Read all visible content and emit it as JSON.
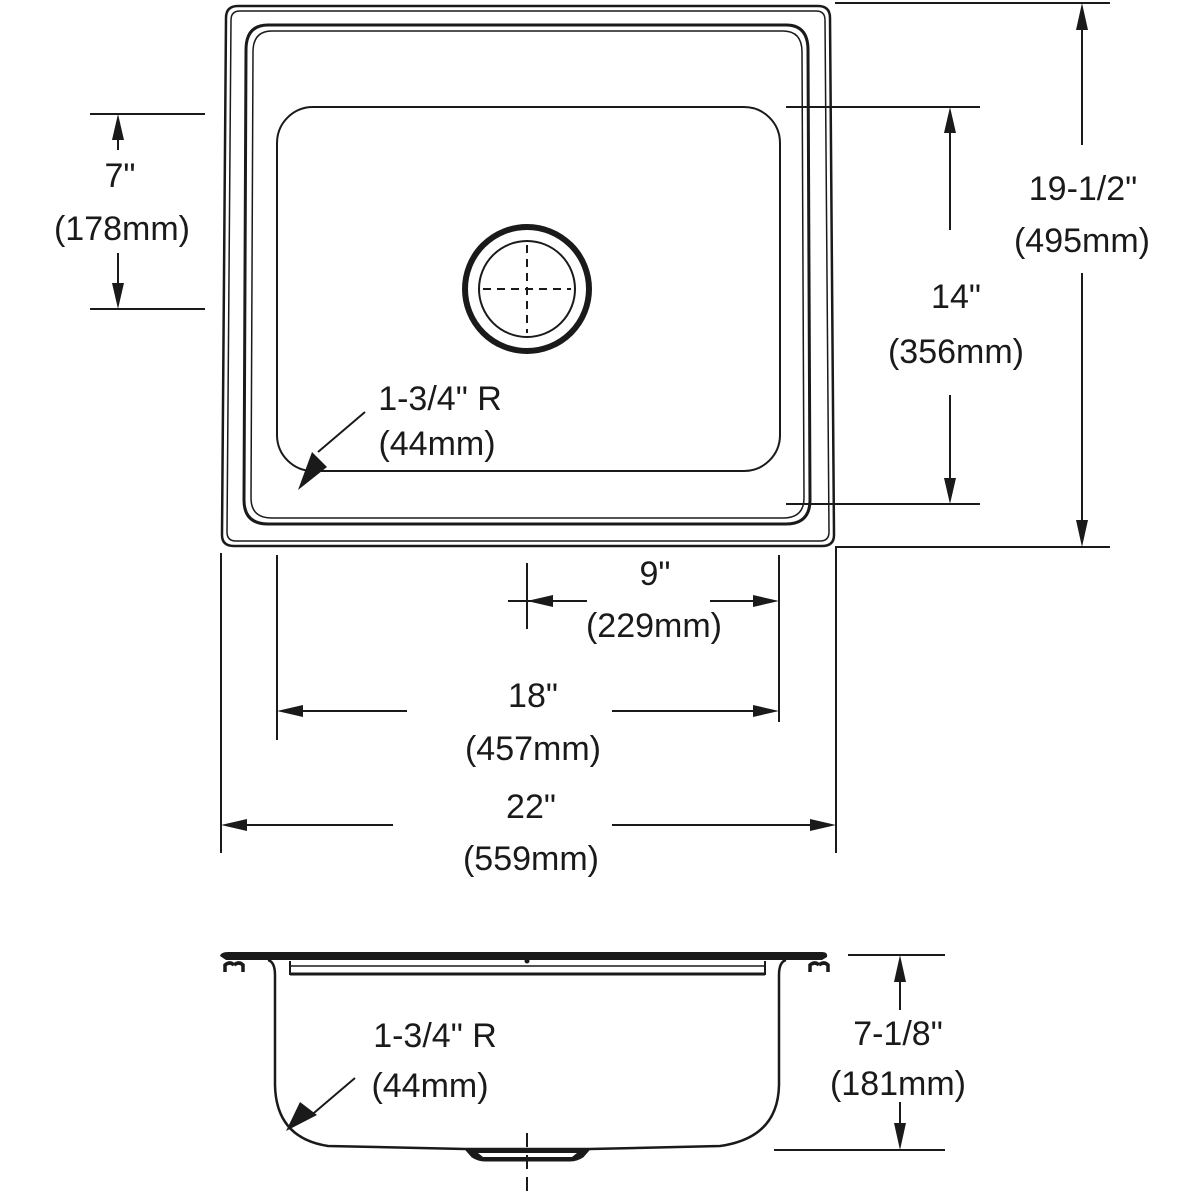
{
  "drawing": {
    "title": "Single bowl drop-in sink dimension drawing",
    "views": [
      "top-view",
      "side-view"
    ],
    "line_color": "#1a1a1a",
    "background": "#ffffff"
  },
  "dimensions": {
    "overall_depth": {
      "imperial": "19-1/2\"",
      "metric": "(495mm)"
    },
    "bowl_length": {
      "imperial": "14\"",
      "metric": "(356mm)"
    },
    "bowl_front_offset": {
      "imperial": "7\"",
      "metric": "(178mm)"
    },
    "drain_offset": {
      "imperial": "9\"",
      "metric": "(229mm)"
    },
    "bowl_width": {
      "imperial": "18\"",
      "metric": "(457mm)"
    },
    "overall_width": {
      "imperial": "22\"",
      "metric": "(559mm)"
    },
    "top_corner_radius": {
      "imperial": "1-3/4\" R",
      "metric": "(44mm)"
    },
    "side_corner_radius": {
      "imperial": "1-3/4\" R",
      "metric": "(44mm)"
    },
    "bowl_depth": {
      "imperial": "7-1/8\"",
      "metric": "(181mm)"
    }
  }
}
